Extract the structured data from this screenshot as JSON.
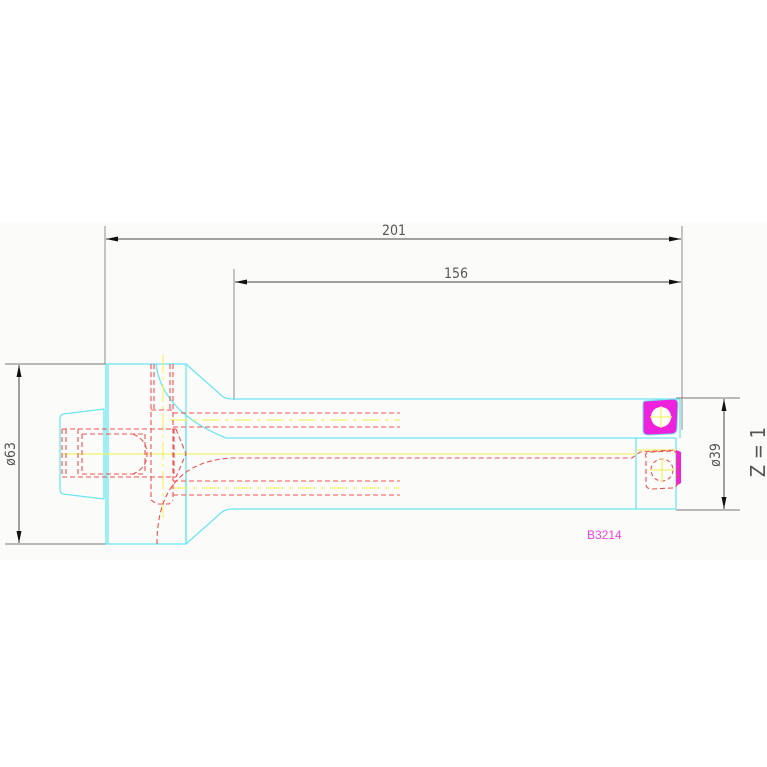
{
  "drawing": {
    "part_code": "B3214",
    "scale_note": "Z = 1",
    "colors": {
      "background": "#ffffff",
      "band": "#fbfcfa",
      "outline": "#6de6f0",
      "hidden": "#f05050",
      "center": "#f3f36a",
      "dimension": "#444444",
      "extension": "#a0a0a0",
      "marker": "#ee22dd",
      "label": "#ee44dd"
    }
  },
  "dimensions": {
    "overall_length": "201",
    "shank_length": "156",
    "head_diameter": "ø63",
    "shank_diameter": "ø39"
  },
  "features": {
    "head": "hexagon head with internal thread",
    "shank": "bored shank with cross channel",
    "markers": [
      "point-marker-top",
      "point-marker-bottom"
    ]
  }
}
